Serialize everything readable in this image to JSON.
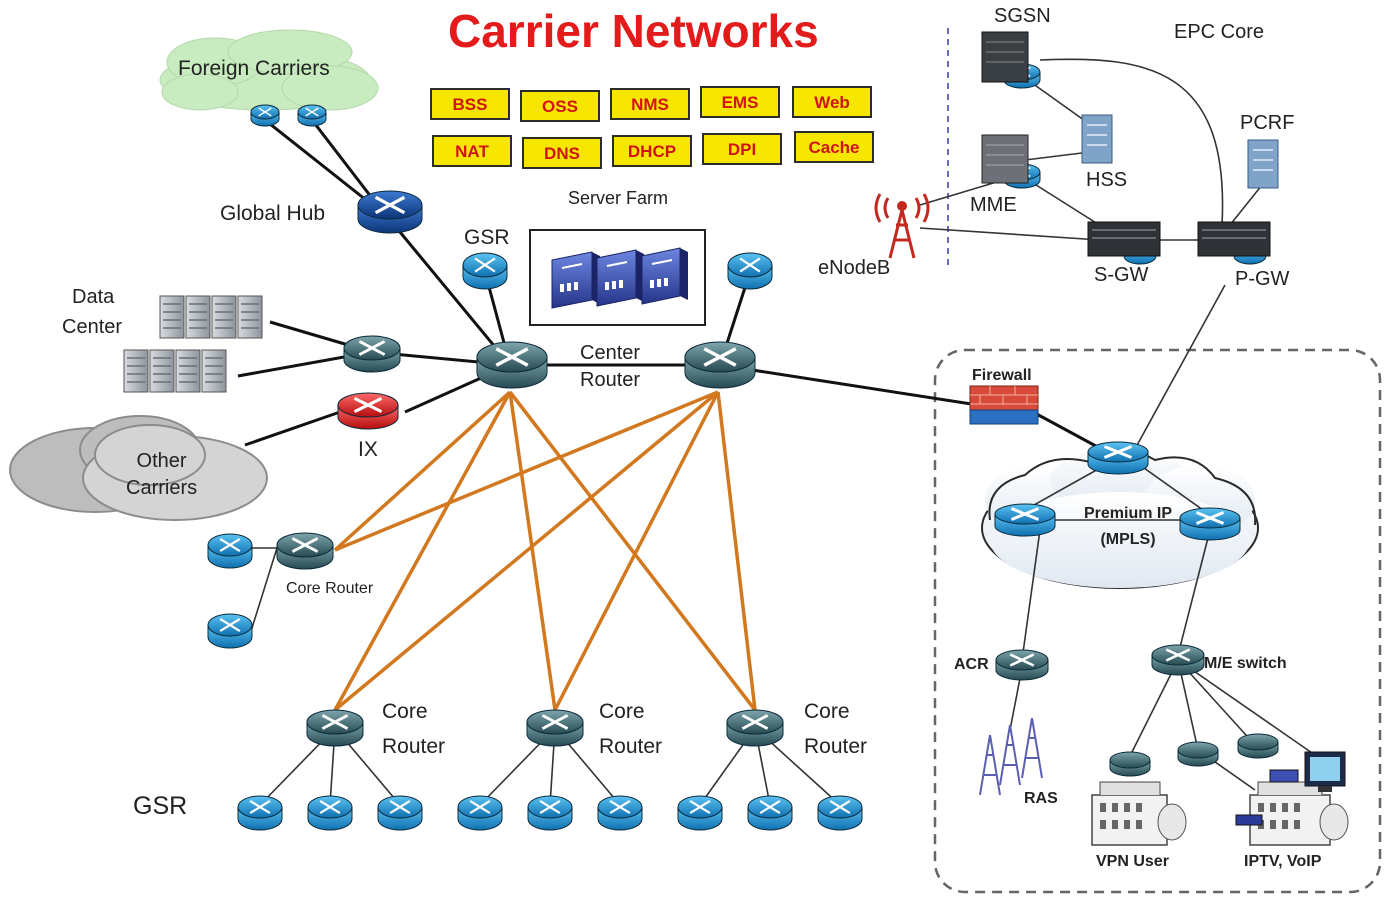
{
  "title": "Carrier Networks",
  "server_farm": {
    "label": "Server Farm",
    "services": [
      "BSS",
      "OSS",
      "NMS",
      "EMS",
      "Web",
      "NAT",
      "DNS",
      "DHCP",
      "DPI",
      "Cache"
    ]
  },
  "labels": {
    "foreign_carriers": "Foreign Carriers",
    "global_hub": "Global Hub",
    "data_center_1": "Data",
    "data_center_2": "Center",
    "ix": "IX",
    "other_carriers_1": "Other",
    "other_carriers_2": "Carriers",
    "gsr_top": "GSR",
    "center_router_1": "Center",
    "center_router_2": "Router",
    "core_router_left": "Core Router",
    "core_router_bottom_1": "Core",
    "core_router_bottom_2": "Router",
    "gsr_bottom": "GSR",
    "sgsn": "SGSN",
    "epc_core": "EPC Core",
    "pcrf": "PCRF",
    "hss": "HSS",
    "mme": "MME",
    "enodeb": "eNodeB",
    "s_gw": "S-GW",
    "p_gw": "P-GW",
    "firewall": "Firewall",
    "premium_ip_1": "Premium IP",
    "premium_ip_2": "(MPLS)",
    "acr": "ACR",
    "me_switch": "M/E switch",
    "ras": "RAS",
    "vpn_user": "VPN User",
    "iptv_voip": "IPTV, VoIP"
  },
  "colors": {
    "title": "#e31b1b",
    "service_box": "#f7e600",
    "service_text": "#d01414",
    "trunk_links": "#d2781e",
    "router_blue": "#1a8fd0",
    "router_dark": "#3c6670",
    "ix_router": "#d81e1e",
    "hub_router": "#1a4e9a"
  },
  "icons": [
    "router-icon",
    "cloud-icon",
    "server-rack-icon",
    "firewall-icon",
    "antenna-tower-icon",
    "building-icon",
    "monitor-icon"
  ]
}
